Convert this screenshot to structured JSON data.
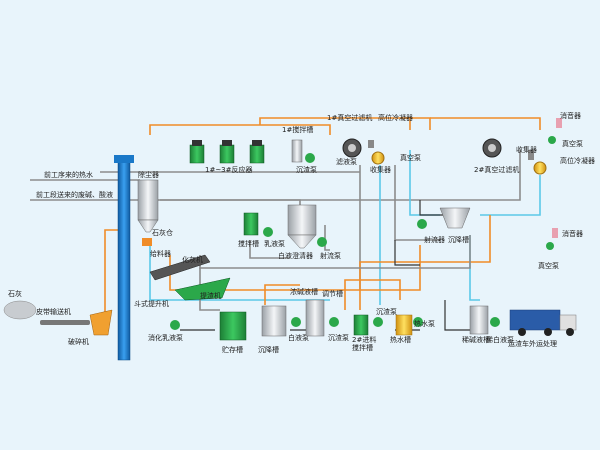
{
  "labels": {
    "reactor": "1#~3#反应器",
    "stirrer1": "1#搅拌槽",
    "vacuum_filter1": "1#真空过滤机",
    "high_condenser": "高位冷凝器",
    "collector": "收集器",
    "filtrate_pump": "滤液泵",
    "vacuum_pump": "真空泵",
    "muffler1": "消音器",
    "collector2": "收集器",
    "high_condenser2": "高位冷凝器",
    "vacuum_filter2": "2#真空过滤机",
    "muffler2": "消音器",
    "vacuum_pump2": "真空泵",
    "hot_water_in": "前工序来的热水",
    "waste_in": "前工段送来的废碱、酸液",
    "dust_collector": "除尘器",
    "settle_pump": "沉渣泵",
    "stir_tank": "搅拌槽",
    "milk_pump": "乳液泵",
    "clarifier": "白液澄清器",
    "jet_pump": "射流泵",
    "jet_device": "射流器",
    "settle_tank": "沉降槽",
    "lime_bin": "石灰仓",
    "feeder": "给料器",
    "slaker": "化灰机",
    "lime": "石灰",
    "belt_conveyor": "皮带输送机",
    "crusher": "破碎机",
    "bucket_elevator": "斗式提升机",
    "slag_extractor": "提渣机",
    "dilute_tank": "浓碱液槽",
    "adjust_tank": "调节槽",
    "slurry_pump": "消化乳液泵",
    "storage_tank": "贮存槽",
    "settle_tank2": "沉降槽",
    "white_pump": "白液泵",
    "settle_pump2": "沉渣泵",
    "feed_stirrer2": "2#进料",
    "feed_stirrer2b": "搅拌槽",
    "settle_pump3": "沉渣泵",
    "hot_water_pump": "热水泵",
    "hot_water_tank": "热水槽",
    "dilute_alkali_tank": "稀碱液槽",
    "dilute_white_pump": "稀白液泵",
    "truck_out": "运渣车外运处理"
  },
  "colors": {
    "background": "#e8f4fb",
    "pipe_gray": "#8c8c8c",
    "pipe_orange": "#f08c28",
    "pipe_cyan": "#5bc8e8",
    "pipe_dark": "#333333",
    "tank_green": "#2ba84a",
    "tank_silver": "#c8ccd0",
    "elevator_blue": "#1a78c8",
    "hot_yellow": "#f0c020",
    "truck_blue": "#2a5ca8"
  }
}
